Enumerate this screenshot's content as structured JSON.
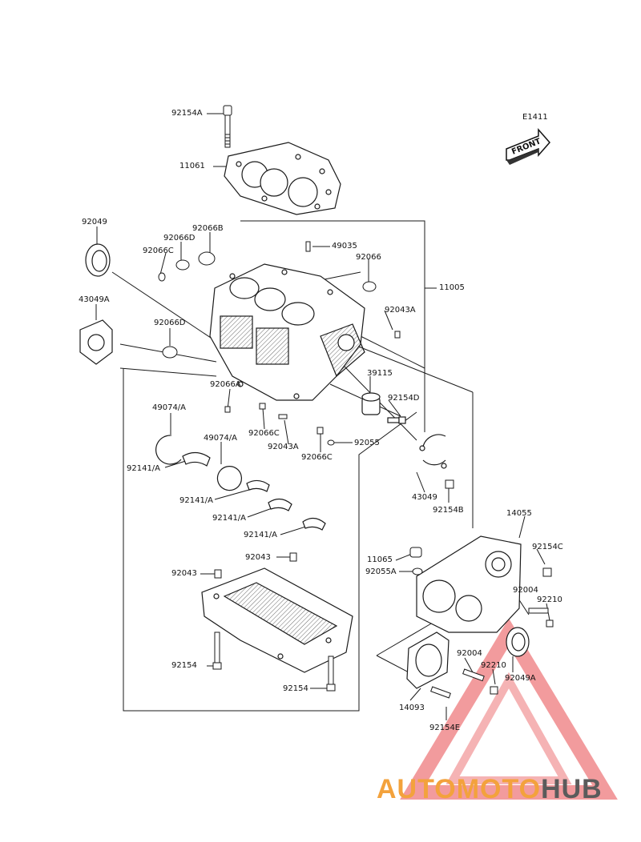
{
  "diagram_code": "E1411",
  "front_label": "FRONT",
  "parts": [
    {
      "id": "p1",
      "number": "92154A"
    },
    {
      "id": "p2",
      "number": "11061"
    },
    {
      "id": "p3",
      "number": "92049"
    },
    {
      "id": "p4",
      "number": "92066B"
    },
    {
      "id": "p5",
      "number": "92066D"
    },
    {
      "id": "p6",
      "number": "92066C"
    },
    {
      "id": "p7",
      "number": "49035"
    },
    {
      "id": "p8",
      "number": "92066"
    },
    {
      "id": "p9",
      "number": "11005"
    },
    {
      "id": "p10",
      "number": "43049A"
    },
    {
      "id": "p11",
      "number": "92043A"
    },
    {
      "id": "p12",
      "number": "92066D"
    },
    {
      "id": "p13",
      "number": "39115"
    },
    {
      "id": "p14",
      "number": "92066A"
    },
    {
      "id": "p15",
      "number": "92154D"
    },
    {
      "id": "p16",
      "number": "49074/A"
    },
    {
      "id": "p17",
      "number": "49074/A"
    },
    {
      "id": "p18",
      "number": "92066C"
    },
    {
      "id": "p19",
      "number": "92043A"
    },
    {
      "id": "p20",
      "number": "92055"
    },
    {
      "id": "p21",
      "number": "92066C"
    },
    {
      "id": "p22",
      "number": "92141/A"
    },
    {
      "id": "p23",
      "number": "43049"
    },
    {
      "id": "p24",
      "number": "92141/A"
    },
    {
      "id": "p25",
      "number": "92154B"
    },
    {
      "id": "p26",
      "number": "92141/A"
    },
    {
      "id": "p27",
      "number": "14055"
    },
    {
      "id": "p28",
      "number": "92141/A"
    },
    {
      "id": "p29",
      "number": "92154C"
    },
    {
      "id": "p30",
      "number": "11065"
    },
    {
      "id": "p31",
      "number": "92043"
    },
    {
      "id": "p32",
      "number": "92055A"
    },
    {
      "id": "p33",
      "number": "92043"
    },
    {
      "id": "p34",
      "number": "92004"
    },
    {
      "id": "p35",
      "number": "92210"
    },
    {
      "id": "p36",
      "number": "92004"
    },
    {
      "id": "p37",
      "number": "92154"
    },
    {
      "id": "p38",
      "number": "92210"
    },
    {
      "id": "p39",
      "number": "92049A"
    },
    {
      "id": "p40",
      "number": "92154"
    },
    {
      "id": "p41",
      "number": "14093"
    },
    {
      "id": "p42",
      "number": "92154E"
    }
  ],
  "watermark": {
    "part1": "AUTOMOTO",
    "part2": "HUB"
  },
  "colors": {
    "line": "#1a1a1a",
    "watermark_red": "#e8474a",
    "watermark_orange": "#f3a23c",
    "watermark_gray": "#5b5b5b"
  }
}
